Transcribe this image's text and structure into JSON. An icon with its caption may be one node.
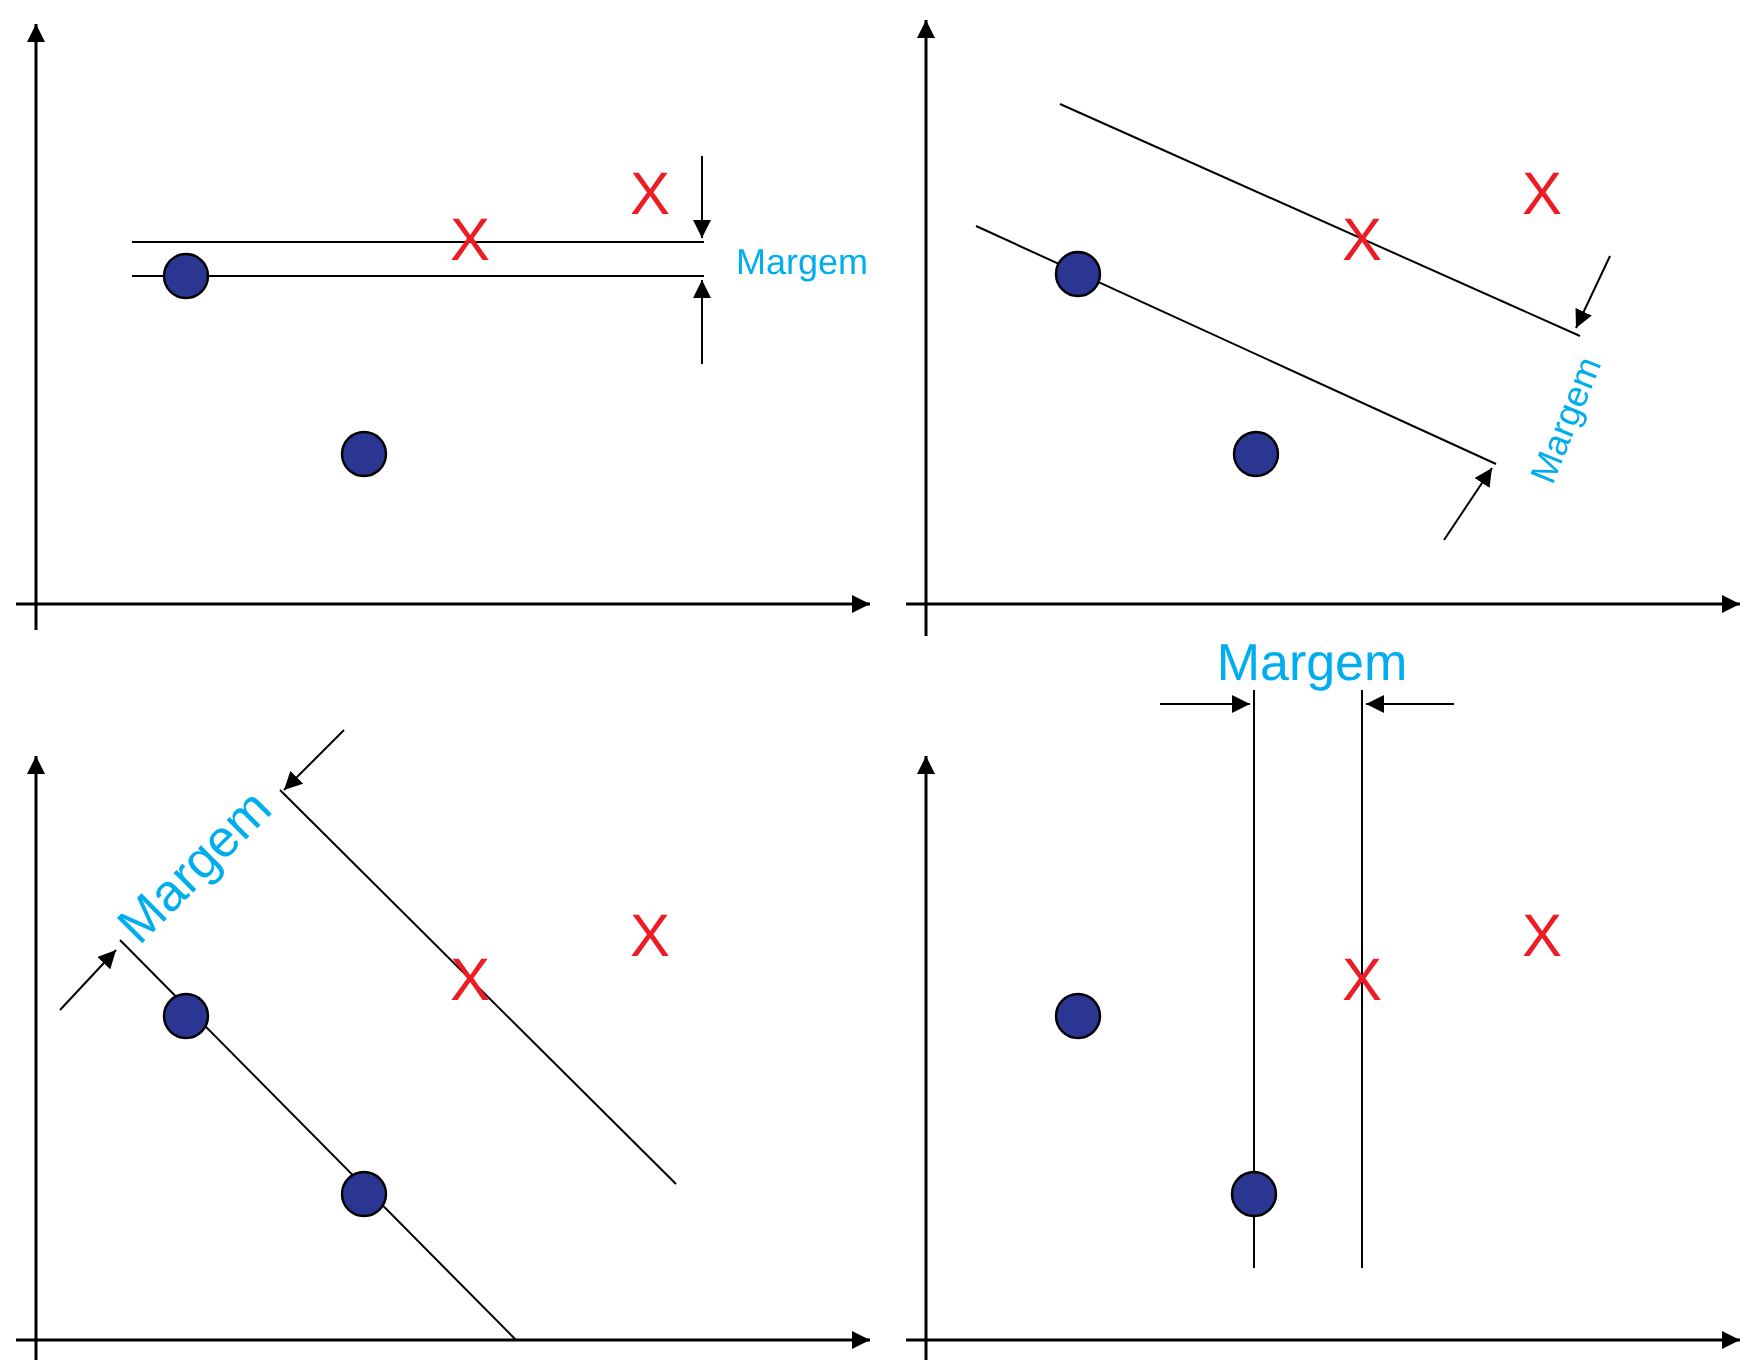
{
  "diagram": {
    "labels": [
      "X",
      "X",
      "Margem",
      "X",
      "X",
      "Margem",
      "Margem",
      "X",
      "X",
      "Margem",
      "X",
      "X"
    ]
  }
}
